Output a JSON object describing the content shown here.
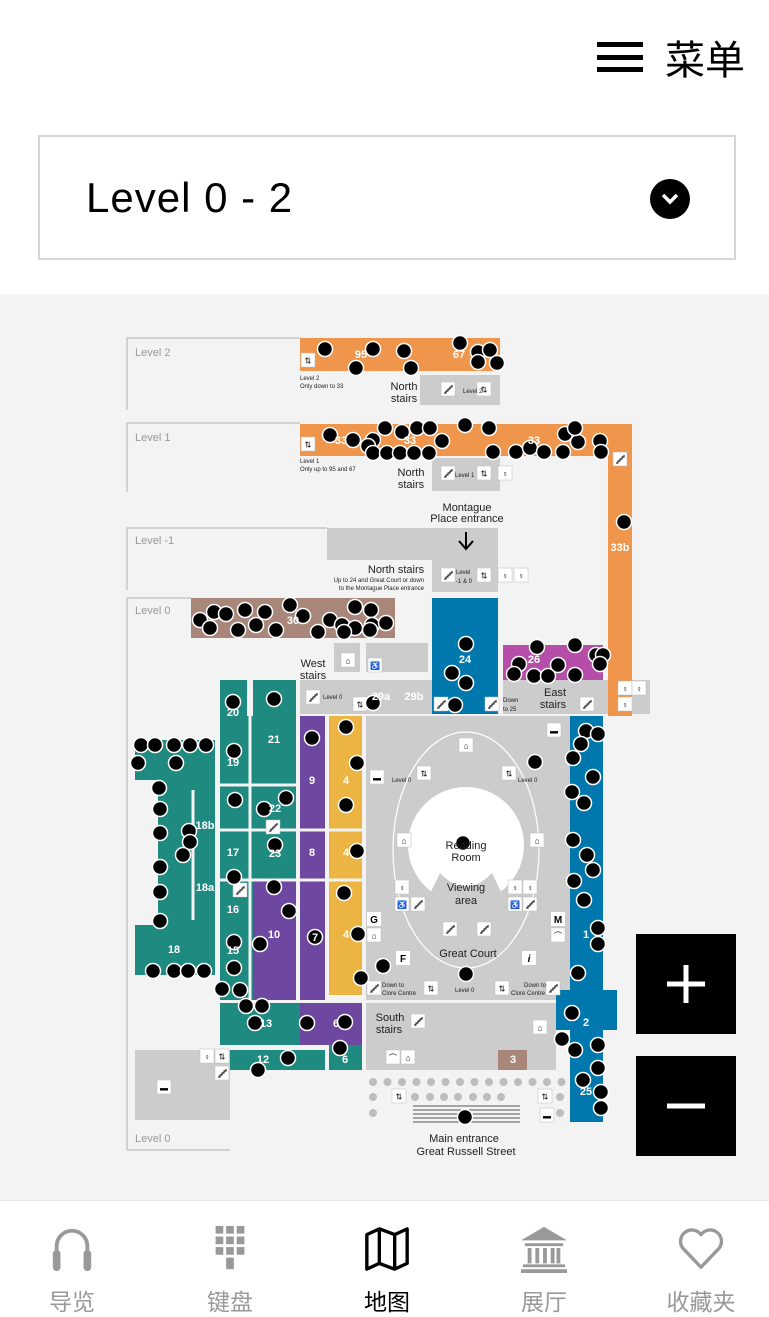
{
  "header": {
    "menu_label": "菜单",
    "menu_icon": "hamburger-icon"
  },
  "level_select": {
    "value": "Level 0 - 2",
    "icon": "chevron-down-icon"
  },
  "map": {
    "level_labels": [
      "Level 2",
      "Level 1",
      "Level -1",
      "Level 0",
      "Level 0"
    ],
    "notes": {
      "l2_lift": "Level 2",
      "l2_lift_sub": "Only down to 33",
      "l1_lift": "Level 1",
      "l1_lift_sub": "Only up to 95 and 67",
      "north_stairs_a": "North",
      "north_stairs_b": "stairs",
      "stairs_l2": "Level 2",
      "stairs_l1": "Level 1",
      "montague_a": "Montague",
      "montague_b": "Place entrance",
      "north_stairs_m1": "North stairs",
      "north_stairs_m1_sub1": "Up to 24 and Great Court or down",
      "north_stairs_m1_sub2": "to the Montague Place entrance",
      "stairs_m1_a": "Level",
      "stairs_m1_b": "-1 & 0",
      "west_a": "West",
      "west_b": "stairs",
      "level0": "Level 0",
      "east_a": "East",
      "east_b": "stairs",
      "down25_a": "Down",
      "down25_b": "to 25",
      "reading_a": "Reading",
      "reading_b": "Room",
      "viewing_a": "Viewing",
      "viewing_b": "area",
      "great_court": "Great Court",
      "clore_a": "Down to",
      "clore_b": "Clore Centre",
      "south_a": "South",
      "south_b": "stairs",
      "entrance_a": "Main entrance",
      "entrance_b": "Great Russell Street",
      "g": "G",
      "f": "F",
      "m": "M",
      "info": "i"
    },
    "rooms": {
      "r95": "95",
      "r67": "67",
      "r33a": "33",
      "r33b": "33",
      "r33": "33",
      "r33bb": "33b",
      "r30": "30",
      "r24": "24",
      "r26": "26",
      "r29a": "29a",
      "r29b": "29b",
      "r20": "20",
      "r21": "21",
      "r19": "19",
      "r18b": "18b",
      "r18a": "18a",
      "r18": "18",
      "r17": "17",
      "r22": "22",
      "r23": "23",
      "r16": "16",
      "r15": "15",
      "r10": "10",
      "r9": "9",
      "r8": "8",
      "r7": "7",
      "r4a": "4",
      "r4b": "4",
      "r4c": "4",
      "r13": "13",
      "r6a": "6",
      "r6b": "6",
      "r12": "12",
      "r3": "3",
      "r2": "2",
      "r1": "1",
      "r25": "25"
    },
    "colors": {
      "orange": "#f0954c",
      "brown": "#a88679",
      "teal": "#1f8a80",
      "purple": "#6d47a0",
      "yellow": "#ecb443",
      "blue": "#0078ae",
      "magenta": "#b64ea9",
      "gray": "#cccccc"
    }
  },
  "zoom": {
    "in": "+",
    "out": "−"
  },
  "nav": [
    {
      "label": "导览",
      "icon": "headphones-icon"
    },
    {
      "label": "键盘",
      "icon": "keypad-icon"
    },
    {
      "label": "地图",
      "icon": "map-icon",
      "active": true
    },
    {
      "label": "展厅",
      "icon": "museum-icon"
    },
    {
      "label": "收藏夹",
      "icon": "heart-icon"
    }
  ]
}
